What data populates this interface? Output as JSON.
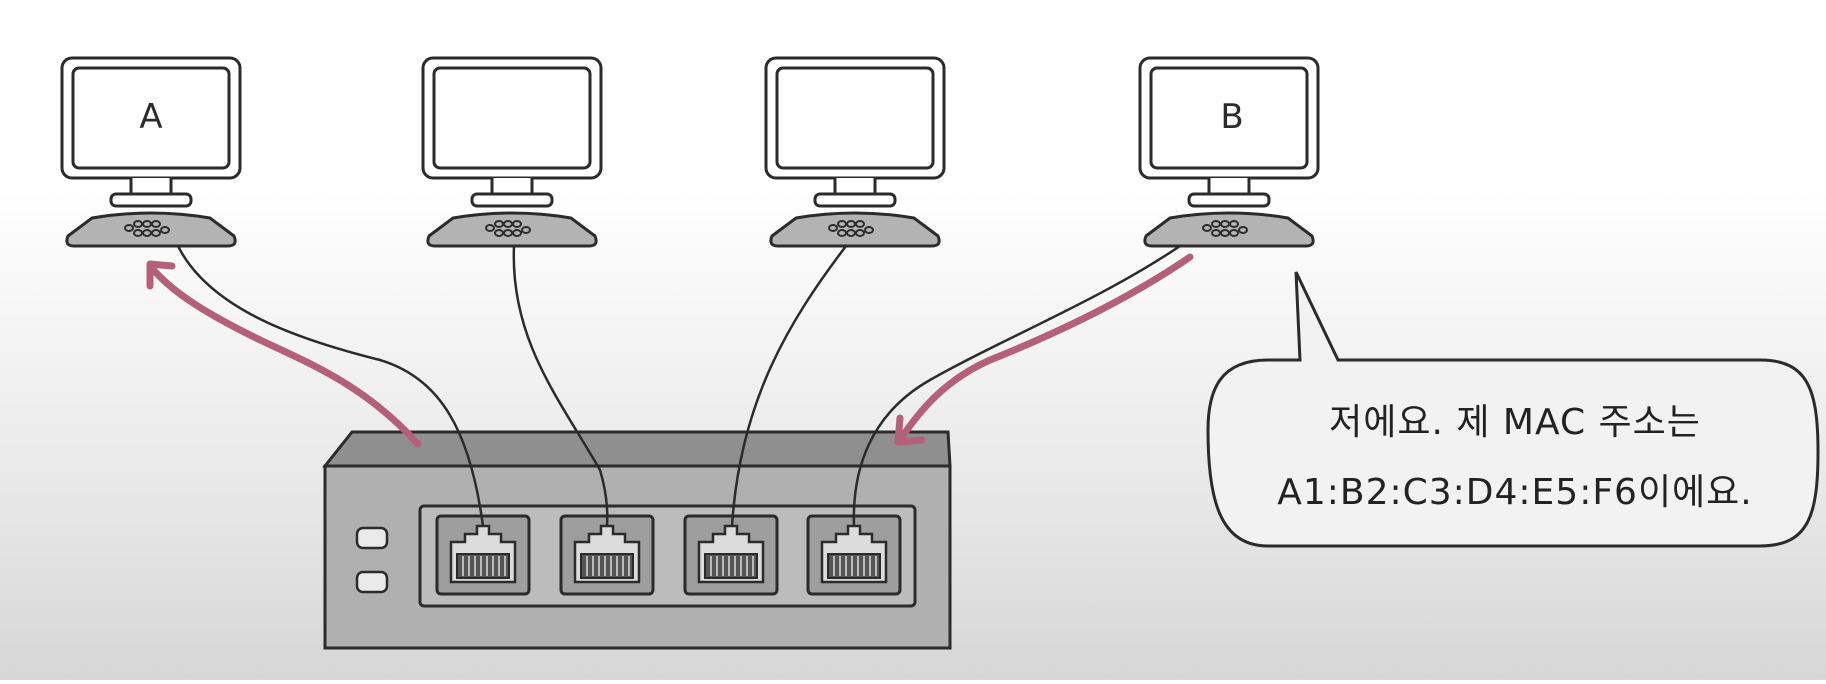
{
  "computers": [
    {
      "label": "A"
    },
    {
      "label": ""
    },
    {
      "label": ""
    },
    {
      "label": "B"
    }
  ],
  "speech_bubble": {
    "line1": "저에요. 제 MAC 주소는",
    "line2": "A1:B2:C3:D4:E5:F6이에요."
  },
  "colors": {
    "arrow": "#b5607a",
    "outline": "#2b2b2b",
    "device_fill": "#a9a9a9",
    "screen_fill": "#ffffff"
  }
}
